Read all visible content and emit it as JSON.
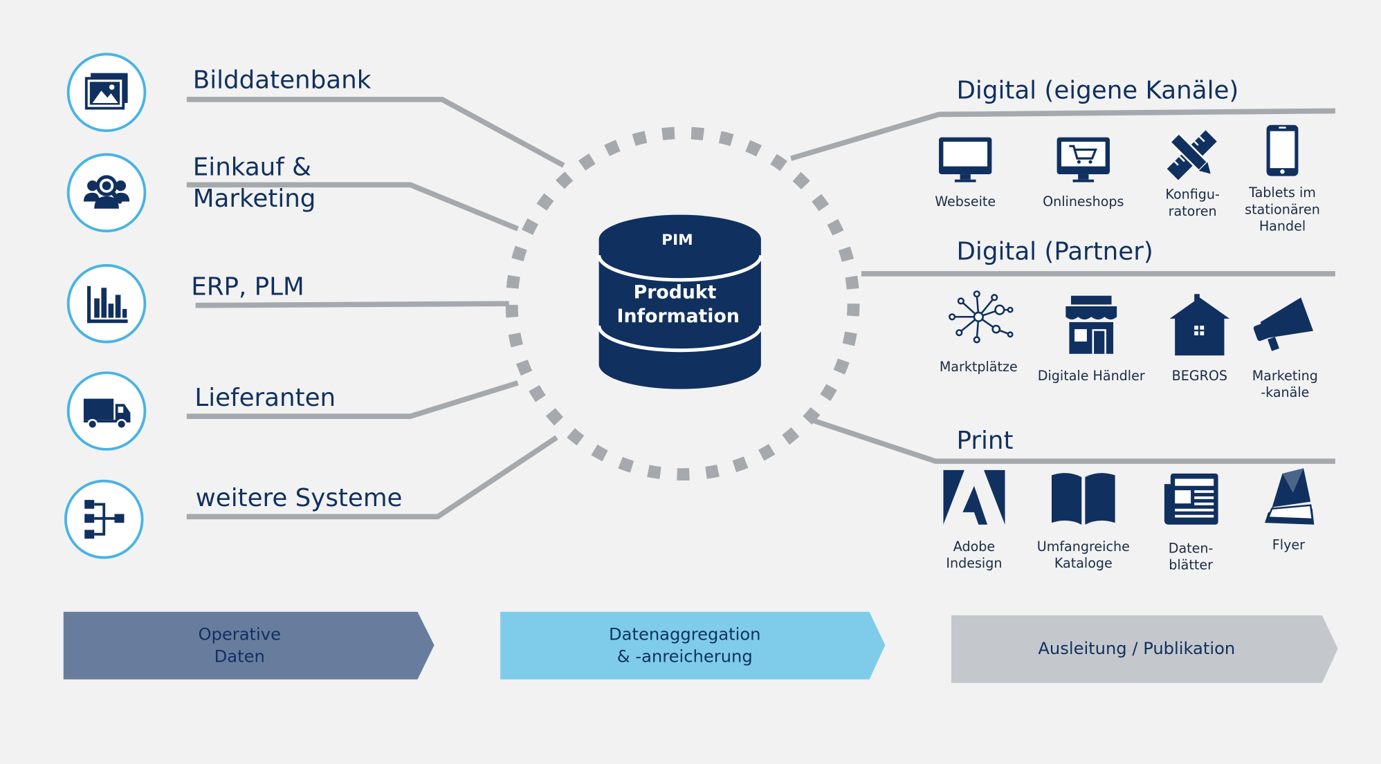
{
  "center": {
    "title": "PIM",
    "label": "Produkt\nInformation"
  },
  "sources": [
    {
      "label": "Bilddatenbank",
      "icon": "image-gallery-icon"
    },
    {
      "label": "Einkauf &\nMarketing",
      "icon": "user-search-icon"
    },
    {
      "label": "ERP, PLM",
      "icon": "bar-chart-icon"
    },
    {
      "label": "Lieferanten",
      "icon": "truck-icon"
    },
    {
      "label": "weitere Systeme",
      "icon": "hierarchy-icon"
    }
  ],
  "outputs": [
    {
      "title": "Digital (eigene Kanäle)",
      "items": [
        {
          "label": "Webseite",
          "icon": "monitor-icon"
        },
        {
          "label": "Onlineshops",
          "icon": "monitor-cart-icon"
        },
        {
          "label": "Konfigu-\nratoren",
          "icon": "pencil-ruler-icon"
        },
        {
          "label": "Tablets im\nstationären Handel",
          "icon": "tablet-icon"
        }
      ]
    },
    {
      "title": "Digital (Partner)",
      "items": [
        {
          "label": "Marktplätze",
          "icon": "network-icon"
        },
        {
          "label": "Digitale Händler",
          "icon": "storefront-icon"
        },
        {
          "label": "BEGROS",
          "icon": "house-icon"
        },
        {
          "label": "Marketing\n-kanäle",
          "icon": "megaphone-icon"
        }
      ]
    },
    {
      "title": "Print",
      "items": [
        {
          "label": "Adobe\nIndesign",
          "icon": "adobe-icon"
        },
        {
          "label": "Umfangreiche\nKataloge",
          "icon": "open-book-icon"
        },
        {
          "label": "Daten-\nblätter",
          "icon": "newspaper-icon"
        },
        {
          "label": "Flyer",
          "icon": "flyer-icon"
        }
      ]
    }
  ],
  "phases": [
    {
      "label": "Operative\nDaten",
      "color": "#687d9e"
    },
    {
      "label": "Datenaggregation\n& -anreicherung",
      "color": "#7ecce9"
    },
    {
      "label": "Ausleitung / Publikation",
      "color": "#c4c8cc"
    }
  ],
  "colors": {
    "navy": "#10305f",
    "accent": "#49b3e4",
    "connector": "#a5a9ad",
    "background": "#f2f2f2"
  }
}
